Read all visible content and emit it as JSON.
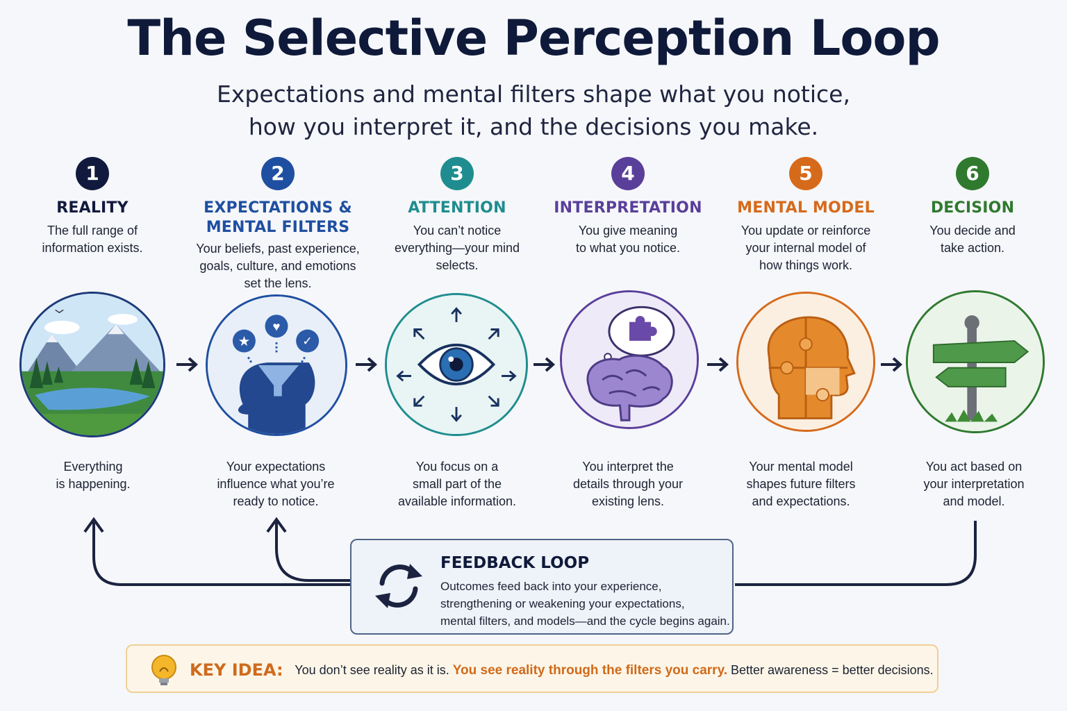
{
  "title": "The Selective Perception Loop",
  "subtitle": {
    "line1": "Expectations and mental filters shape what you notice,",
    "line2": "how you interpret it, and the decisions you make."
  },
  "colors": {
    "reality": "#111a3d",
    "expectations": "#1f4fa0",
    "attention": "#1f8d8f",
    "interpretation": "#5a3f9a",
    "mental_model": "#d66a1b",
    "decision": "#2f7a2f",
    "arrow": "#1b2340"
  },
  "steps": [
    {
      "number": "1",
      "title": [
        "REALITY"
      ],
      "desc": [
        "The full range of",
        "information exists."
      ],
      "caption": [
        "Everything",
        "is happening."
      ],
      "icon": "landscape-icon"
    },
    {
      "number": "2",
      "title": [
        "EXPECTATIONS &",
        "MENTAL FILTERS"
      ],
      "desc": [
        "Your beliefs, past experience,",
        "goals, culture, and emotions",
        "set the lens."
      ],
      "caption": [
        "Your expectations",
        "influence what you’re",
        "ready to notice."
      ],
      "icon": "head-filter-icon"
    },
    {
      "number": "3",
      "title": [
        "ATTENTION"
      ],
      "desc": [
        "You can’t notice",
        "everything—your mind",
        "selects."
      ],
      "caption": [
        "You focus on a",
        "small part of the",
        "available information."
      ],
      "icon": "eye-icon"
    },
    {
      "number": "4",
      "title": [
        "INTERPRETATION"
      ],
      "desc": [
        "You give meaning",
        "to what you notice."
      ],
      "caption": [
        "You interpret the",
        "details through your",
        "existing lens."
      ],
      "icon": "brain-puzzle-icon"
    },
    {
      "number": "5",
      "title": [
        "MENTAL MODEL"
      ],
      "desc": [
        "You update or reinforce",
        "your internal model of",
        "how things work."
      ],
      "caption": [
        "Your mental model",
        "shapes future filters",
        "and expectations."
      ],
      "icon": "puzzle-head-icon"
    },
    {
      "number": "6",
      "title": [
        "DECISION"
      ],
      "desc": [
        "You decide and",
        "take action."
      ],
      "caption": [
        "You act based on",
        "your interpretation",
        "and model."
      ],
      "icon": "signpost-icon"
    }
  ],
  "feedback": {
    "title": "FEEDBACK LOOP",
    "lines": [
      "Outcomes feed back into your experience,",
      "strengthening or weakening your expectations,",
      "mental filters, and models—and the cycle begins again."
    ],
    "icon": "cycle-arrows-icon"
  },
  "key_idea": {
    "label": "KEY IDEA:",
    "text1": "You don’t see reality as it is.",
    "emphasis": "You see reality through the filters you carry.",
    "text2": "Better awareness = better decisions.",
    "icon": "lightbulb-icon"
  }
}
